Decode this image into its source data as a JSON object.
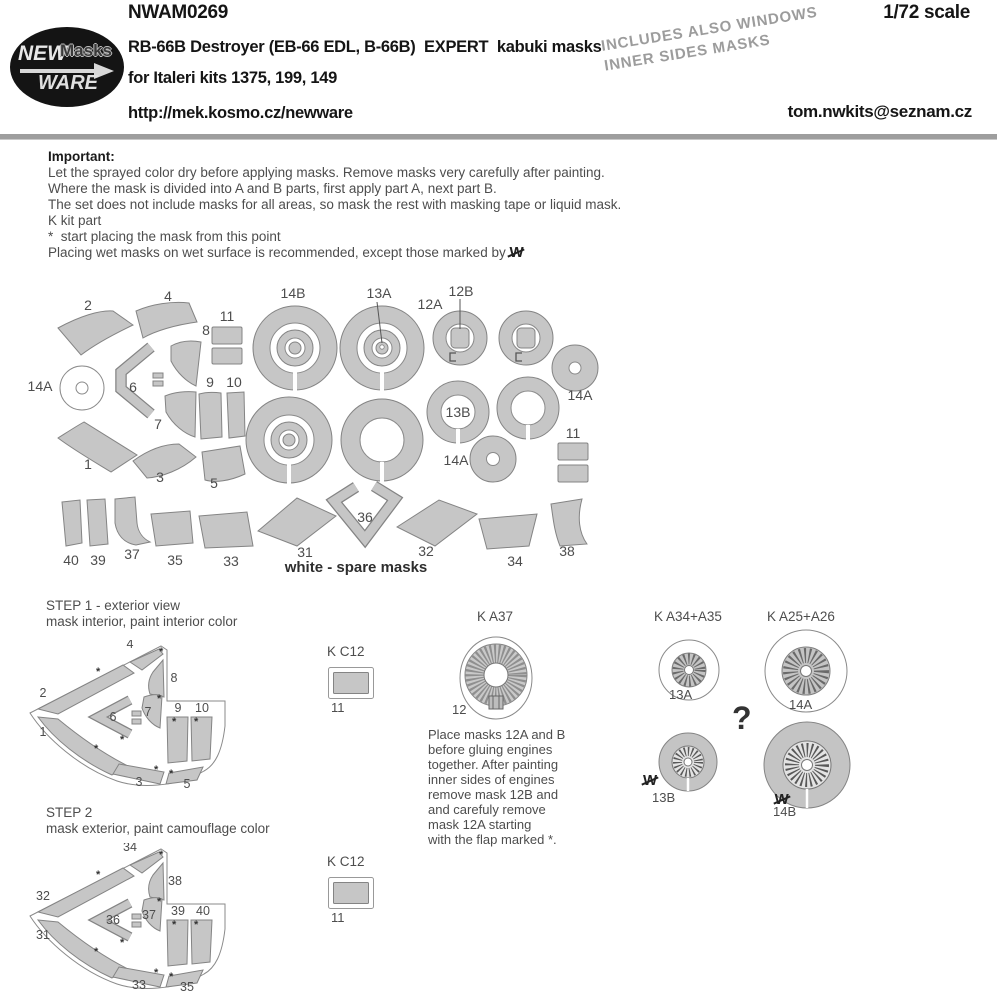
{
  "header": {
    "code": "NWAM0269",
    "scale": "1/72 scale",
    "title": "RB-66B Destroyer (EB-66 EDL, B-66B)  EXPERT  kabuki masks",
    "subtitle": "for Italeri kits 1375, 199, 149",
    "url": "http://mek.kosmo.cz/newware",
    "email": "tom.nwkits@seznam.cz",
    "note_line1": "INCLUDES ALSO WINDOWS",
    "note_line2": "INNER SIDES MASKS",
    "logo": {
      "new": "NEW",
      "masks": "Masks",
      "ware": "WARE"
    }
  },
  "important": {
    "heading": "Important:",
    "lines": [
      "Let the sprayed color dry before applying masks. Remove masks very carefully after painting.",
      "Where the mask is divided into A and B parts, first apply part A, next part B.",
      "The set does not include masks for all areas, so mask the rest with masking tape or liquid mask.",
      "K kit part",
      "*  start placing the mask from this point",
      "Placing wet masks on wet surface is recommended, except those marked by "
    ],
    "wet_mark": "W"
  },
  "sheet": {
    "caption": "white - spare masks",
    "labels": {
      "n2": "2",
      "n4": "4",
      "n8": "8",
      "n11a": "11",
      "n14a_left": "14A",
      "n6": "6",
      "n9": "9",
      "n10": "10",
      "n7": "7",
      "n1": "1",
      "n3": "3",
      "n5": "5",
      "n14b": "14B",
      "n13a": "13A",
      "n12b": "12B",
      "n12a": "12A",
      "n14a_right": "14A",
      "n13b": "13B",
      "n14a_bot": "14A",
      "n11b": "11",
      "n40": "40",
      "n39": "39",
      "n37": "37",
      "n35": "35",
      "n33": "33",
      "n31": "31",
      "n36": "36",
      "n32": "32",
      "n34": "34",
      "n38": "38"
    }
  },
  "steps": {
    "star": "*",
    "step1": {
      "title": "STEP 1 - exterior view",
      "subtitle": "mask interior, paint interior color",
      "labels": [
        "4",
        "2",
        "8",
        "9",
        "10",
        "6",
        "7",
        "1",
        "3",
        "5"
      ]
    },
    "step2": {
      "title": "STEP 2",
      "subtitle": "mask exterior, paint camouflage color",
      "labels": [
        "34",
        "32",
        "38",
        "39",
        "40",
        "36",
        "37",
        "31",
        "33",
        "35"
      ]
    }
  },
  "panels": {
    "kc12_top": {
      "title": "K C12",
      "part": "11"
    },
    "kc12_bottom": {
      "title": "K C12",
      "part": "11"
    },
    "ka37": {
      "title": "K A37",
      "part": "12",
      "note": [
        "Place masks 12A and B",
        "before gluing engines",
        "together. After painting",
        "inner sides of engines",
        "remove mask 12B and",
        "and carefuly remove",
        "mask 12A starting",
        "with the flap marked *."
      ]
    },
    "wheels": {
      "left_title": "K A34+A35",
      "right_title": "K A25+A26",
      "top_left": "13A",
      "top_right": "14A",
      "bottom_left": "13B",
      "bottom_right": "14B",
      "question": "?",
      "wet_mark": "W"
    }
  },
  "colors": {
    "mask_fill": "#c6c6c6",
    "mask_stroke": "#848484",
    "note_gray": "#9c9c9c"
  }
}
